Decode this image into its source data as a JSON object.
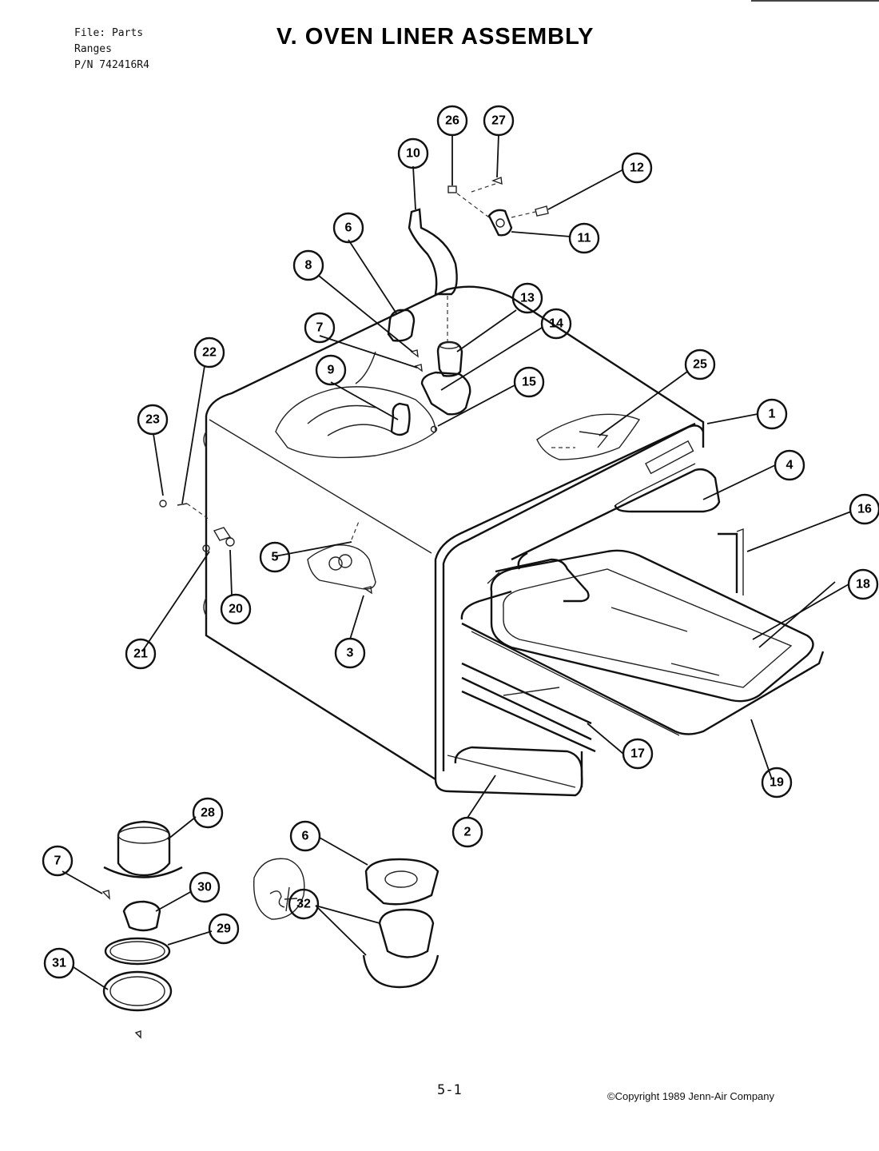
{
  "header": {
    "file_line": "File: Parts",
    "category_line": "Ranges",
    "part_number_line": "P/N 742416R4"
  },
  "title": "V. OVEN LINER ASSEMBLY",
  "footer": {
    "page_number": "5-1",
    "copyright": "©Copyright 1989 Jenn-Air Company"
  },
  "callouts": [
    {
      "id": "1",
      "label": "1"
    },
    {
      "id": "2",
      "label": "2"
    },
    {
      "id": "3",
      "label": "3"
    },
    {
      "id": "4",
      "label": "4"
    },
    {
      "id": "5",
      "label": "5"
    },
    {
      "id": "6a",
      "label": "6"
    },
    {
      "id": "6b",
      "label": "6"
    },
    {
      "id": "7a",
      "label": "7"
    },
    {
      "id": "7b",
      "label": "7"
    },
    {
      "id": "8",
      "label": "8"
    },
    {
      "id": "9",
      "label": "9"
    },
    {
      "id": "10",
      "label": "10"
    },
    {
      "id": "11",
      "label": "11"
    },
    {
      "id": "12",
      "label": "12"
    },
    {
      "id": "13",
      "label": "13"
    },
    {
      "id": "14",
      "label": "14"
    },
    {
      "id": "15",
      "label": "15"
    },
    {
      "id": "16",
      "label": "16"
    },
    {
      "id": "17",
      "label": "17"
    },
    {
      "id": "18",
      "label": "18"
    },
    {
      "id": "19",
      "label": "19"
    },
    {
      "id": "20",
      "label": "20"
    },
    {
      "id": "21",
      "label": "21"
    },
    {
      "id": "22",
      "label": "22"
    },
    {
      "id": "23",
      "label": "23"
    },
    {
      "id": "25",
      "label": "25"
    },
    {
      "id": "26",
      "label": "26"
    },
    {
      "id": "27",
      "label": "27"
    },
    {
      "id": "28",
      "label": "28"
    },
    {
      "id": "29",
      "label": "29"
    },
    {
      "id": "30",
      "label": "30"
    },
    {
      "id": "31",
      "label": "31"
    },
    {
      "id": "32",
      "label": "32"
    }
  ]
}
